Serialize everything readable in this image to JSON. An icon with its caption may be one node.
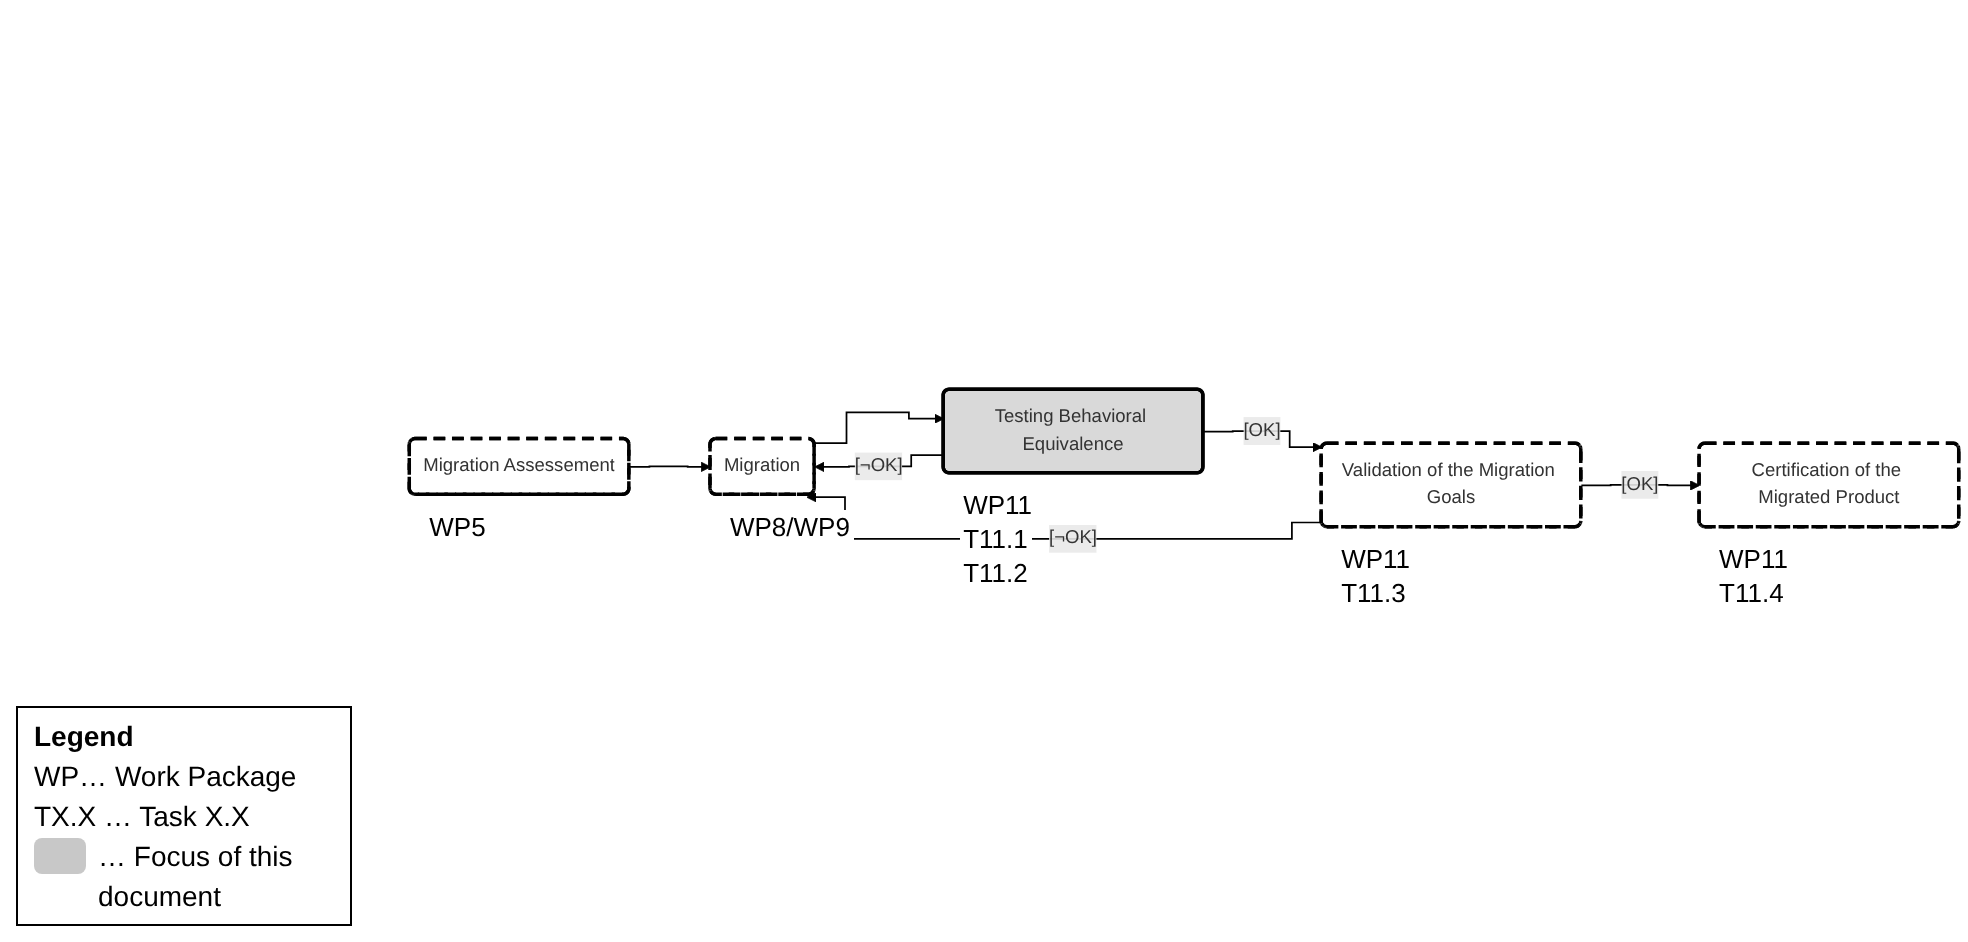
{
  "diagram": {
    "nodes": [
      {
        "text": [
          "Migration Assessement"
        ],
        "beside": [
          "WP5"
        ]
      },
      {
        "text": [
          "Migration"
        ],
        "beside": [
          "WP8/WP9"
        ]
      },
      {
        "text": [
          "Testing Behavioral Equivalence"
        ],
        "beside": [
          "WP11",
          "T11.1",
          "T11.2"
        ]
      },
      {
        "text": [
          "Validation of the Migration Goals"
        ],
        "beside": [
          "WP11",
          "T11.3"
        ]
      },
      {
        "text": [
          "Certification of the Migrated Product"
        ],
        "beside": [
          "WP11",
          "T11.4"
        ]
      }
    ],
    "edges": [
      {
        "from": 0,
        "to": 1,
        "arrow": "to"
      },
      {
        "from": 1,
        "to": 2,
        "arrow": "to"
      },
      {
        "from": 2,
        "to": 1,
        "arrow": "to",
        "label": "[¬OK]"
      },
      {
        "from": 2,
        "to": 3,
        "arrow": "to",
        "label": "[OK]"
      },
      {
        "from": 3,
        "to": 1,
        "arrow": "to",
        "label": "[¬OK]"
      },
      {
        "from": 3,
        "to": 4,
        "arrow": "to",
        "label": "[OK]"
      }
    ],
    "labels": [
      "Legend"
    ],
    "legend": [
      {
        "text": "WP… Work Package"
      },
      {
        "text": "TX.X … Task X.X"
      },
      {
        "text": "… Focus of this document",
        "color": "#c8c8c8"
      }
    ]
  }
}
